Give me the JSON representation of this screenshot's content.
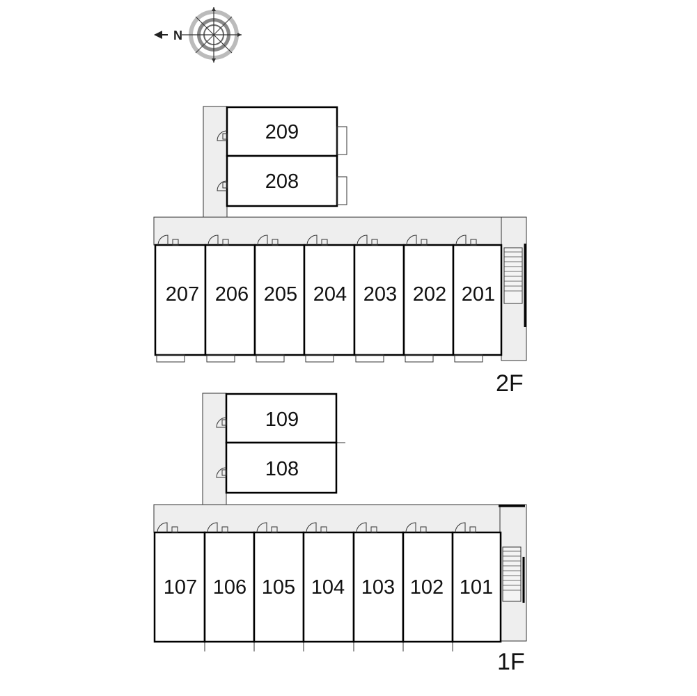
{
  "compass": {
    "north_label": "N",
    "icon": "compass-rose-icon"
  },
  "floors": [
    {
      "label": "2F",
      "upper_rooms": [
        "209",
        "208"
      ],
      "main_rooms": [
        "207",
        "206",
        "205",
        "204",
        "203",
        "202",
        "201"
      ]
    },
    {
      "label": "1F",
      "upper_rooms": [
        "109",
        "108"
      ],
      "main_rooms": [
        "107",
        "106",
        "105",
        "104",
        "103",
        "102",
        "101"
      ]
    }
  ],
  "colors": {
    "corridor": "#eeeeee",
    "wall": "#000000",
    "text": "#111111"
  }
}
